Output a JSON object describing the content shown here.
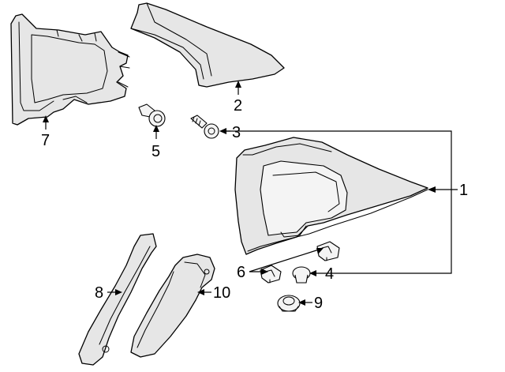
{
  "callouts": {
    "c1": "1",
    "c2": "2",
    "c3": "3",
    "c4": "4",
    "c5": "5",
    "c6": "6",
    "c7": "7",
    "c8": "8",
    "c9": "9",
    "c10": "10"
  },
  "colors": {
    "line": "#000000",
    "part_fill": "#e6e6e6",
    "background": "#ffffff"
  }
}
